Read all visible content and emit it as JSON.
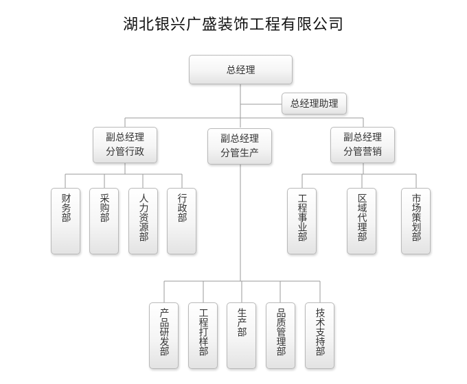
{
  "title": "湖北银兴广盛装饰工程有限公司",
  "ceo": "总经理",
  "assistant": "总经理助理",
  "vps": [
    {
      "line1": "副总经理",
      "line2": "分管行政"
    },
    {
      "line1": "副总经理",
      "line2": "分管生产"
    },
    {
      "line1": "副总经理",
      "line2": "分管营销"
    }
  ],
  "admin_depts": [
    "财务部",
    "采购部",
    "人力资源部",
    "行政部"
  ],
  "sales_depts": [
    "工程事业部",
    "区域代理部",
    "市场策划部"
  ],
  "production_depts": [
    "产品研发部",
    "工程打样部",
    "生产部",
    "品质管理部",
    "技术支持部"
  ],
  "colors": {
    "line": "#9a9a9a",
    "border": "#b9b9b9",
    "text": "#333333"
  }
}
